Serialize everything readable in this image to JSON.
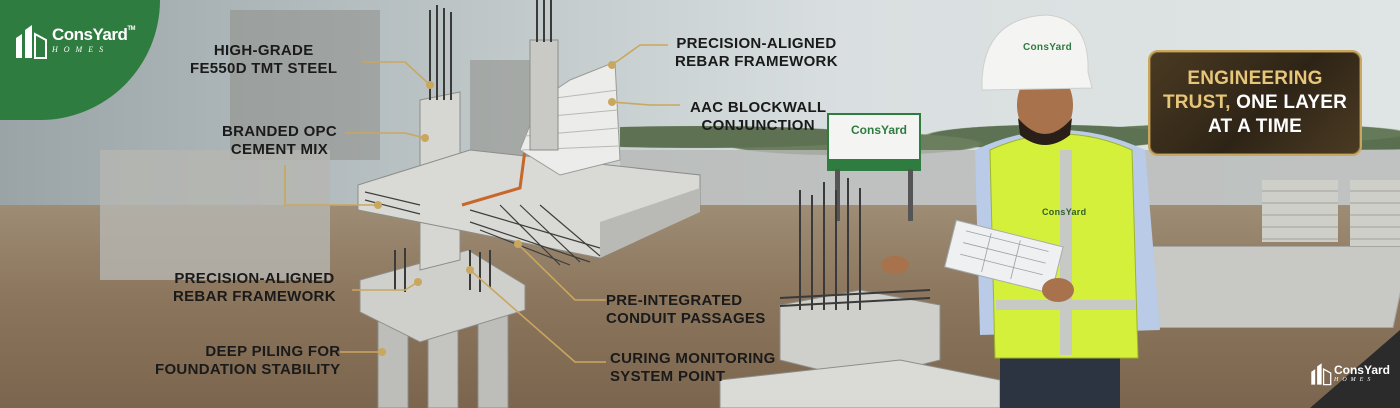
{
  "brand": {
    "name": "ConsYard",
    "tm": "TM",
    "sub": "HOMES"
  },
  "headline": {
    "line1": "ENGINEERING",
    "line2_gold": "TRUST,",
    "line2_white": "ONE LAYER",
    "line3": "AT A TIME"
  },
  "callouts": {
    "steel": [
      "HIGH-GRADE",
      "FE550D TMT STEEL"
    ],
    "cement": [
      "BRANDED OPC",
      "CEMENT MIX"
    ],
    "rebar_left": [
      "PRECISION-ALIGNED",
      "REBAR FRAMEWORK"
    ],
    "piling": [
      "DEEP PILING FOR",
      "FOUNDATION STABILITY"
    ],
    "rebar_top": [
      "PRECISION-ALIGNED",
      "REBAR FRAMEWORK"
    ],
    "aac": [
      "AAC BLOCKWALL",
      "CONJUNCTION"
    ],
    "conduit": [
      "PRE-INTEGRATED",
      "CONDUIT PASSAGES"
    ],
    "curing": [
      "CURING MONITORING",
      "SYSTEM POINT"
    ]
  },
  "signboard": {
    "text": "ConsYard"
  },
  "helmet_text": "ConsYard",
  "vest_text": "ConsYard",
  "colors": {
    "brand_green": "#2e7c3f",
    "gold": "#e7c67a",
    "callout_line": "#c9a75e"
  }
}
